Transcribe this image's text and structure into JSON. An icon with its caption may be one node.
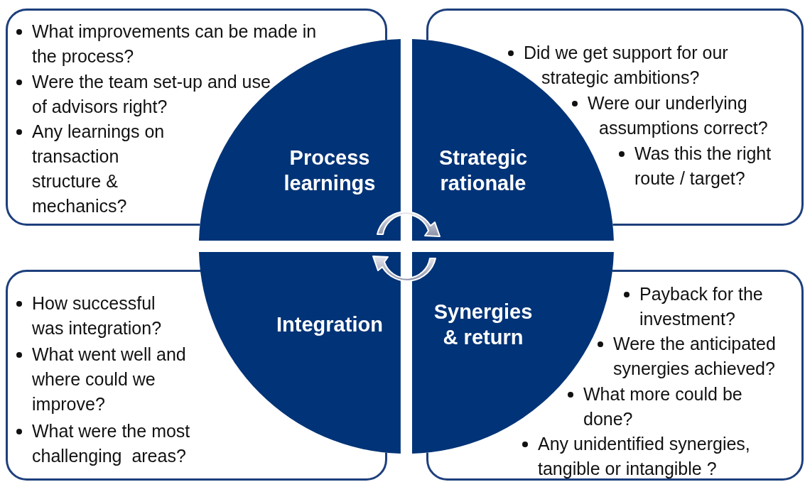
{
  "diagram": {
    "nodes": [
      {
        "text": [
          "What improvements can be made in the process?",
          "Were the team set-up and use of advisors right?",
          "Any learnings on transaction structure & mechanics?"
        ]
      },
      {
        "text": [
          "Process learnings"
        ]
      },
      {
        "text": [
          "Strategic rationale"
        ]
      },
      {
        "text": [
          "Did we get support for our strategic ambitions?",
          "Were our underlying assumptions correct?",
          "Was this the right route / target?"
        ]
      },
      {
        "text": [
          "How successful was integration?",
          "What went well and where could we improve?",
          "What were the most challenging  areas?"
        ]
      },
      {
        "text": [
          "Integration"
        ]
      },
      {
        "text": [
          "Synergies & return"
        ]
      },
      {
        "text": [
          "Payback for the investment?",
          "Were the anticipated synergies achieved?",
          "What more could be done?",
          "Any unidentified synergies, tangible or intangible ?"
        ]
      }
    ]
  }
}
